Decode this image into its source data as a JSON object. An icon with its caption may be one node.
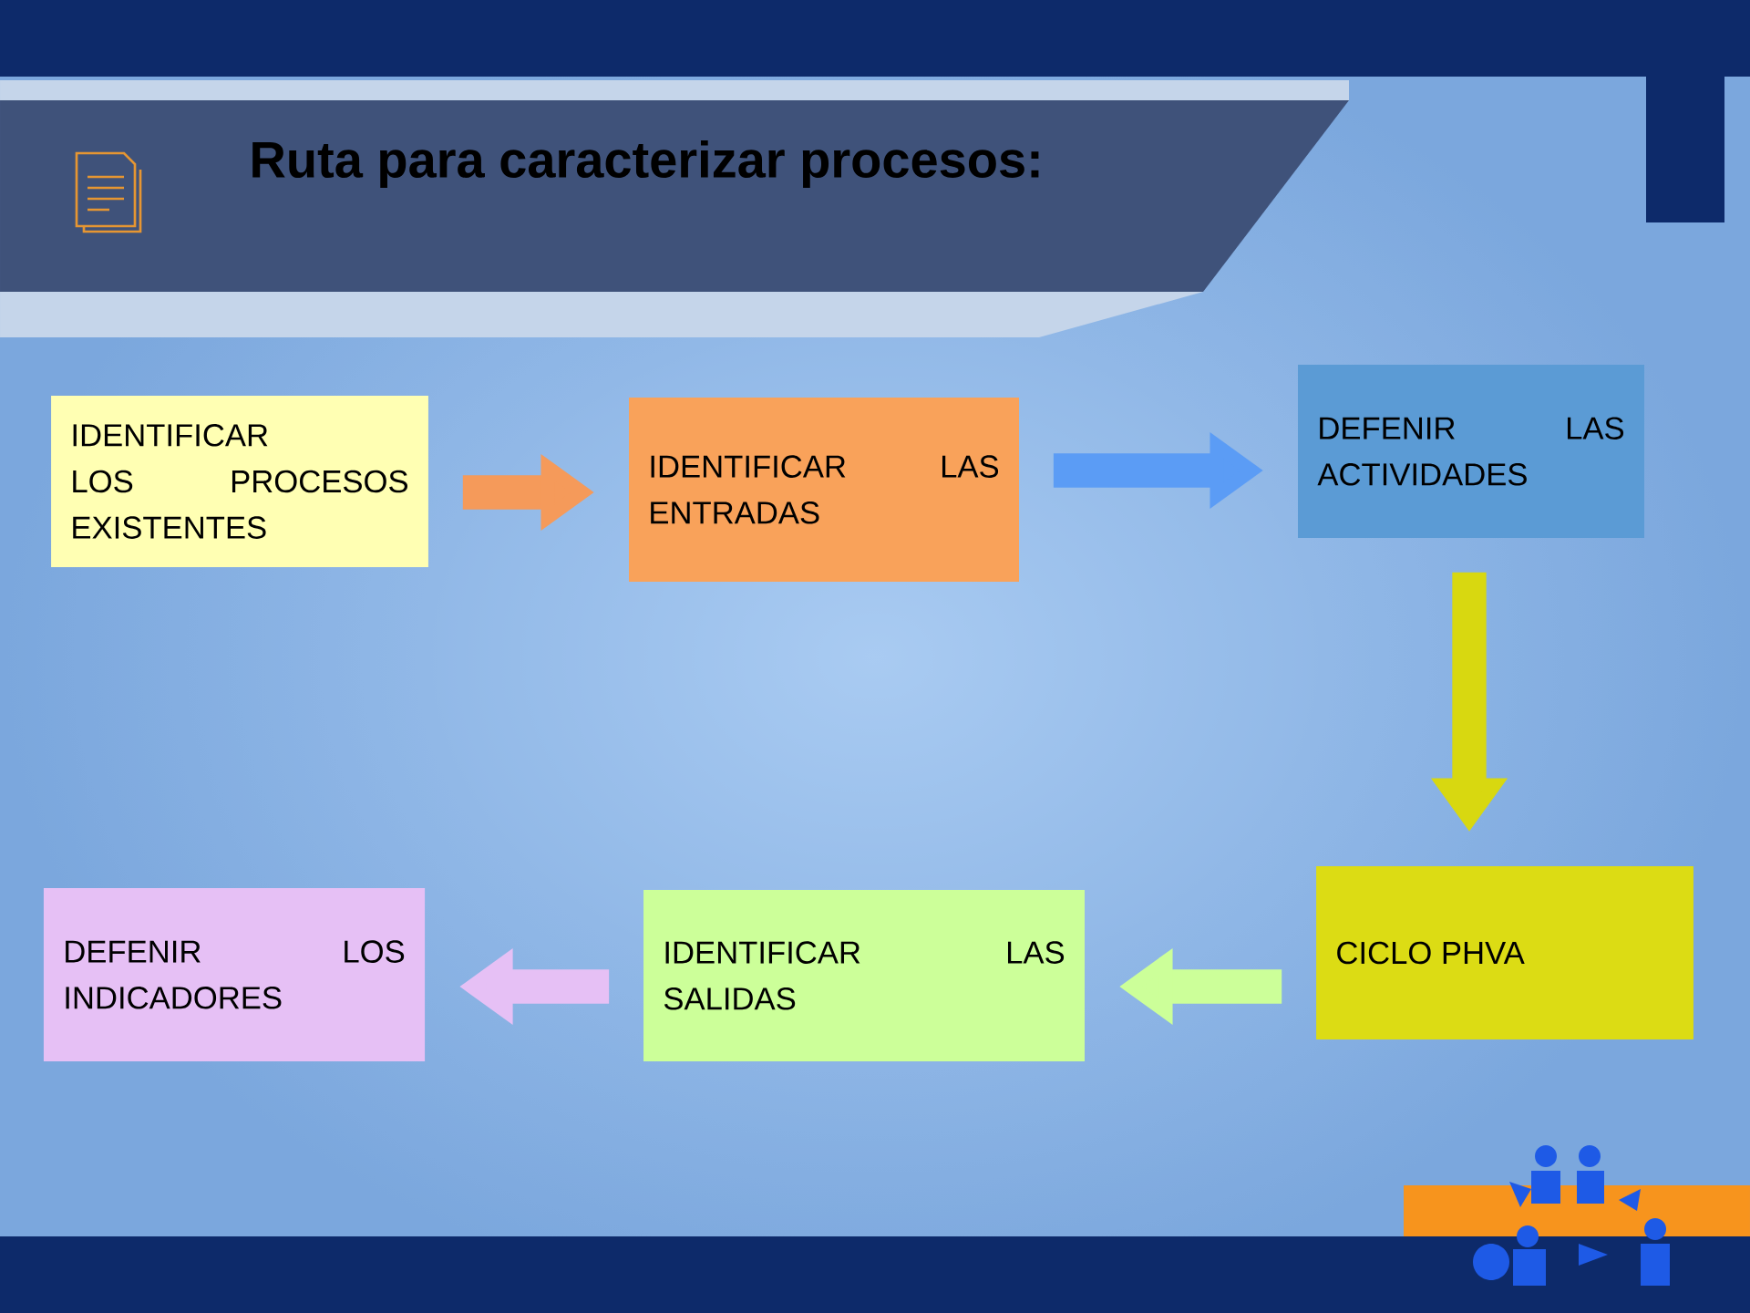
{
  "diagram": {
    "title": "Ruta para caracterizar procesos:",
    "nodes": [
      {
        "text": [
          "IDENTIFICAR LOS PROCESOS EXISTENTES"
        ]
      },
      {
        "text": [
          "IDENTIFICAR LAS ENTRADAS"
        ]
      },
      {
        "text": [
          "DEFENIR LAS ACTIVIDADES"
        ]
      },
      {
        "text": [
          "CICLO PHVA"
        ]
      },
      {
        "text": [
          "IDENTIFICAR LAS SALIDAS"
        ]
      },
      {
        "text": [
          "DEFENIR LOS INDICADORES"
        ]
      }
    ],
    "edges": [
      {
        "from": 0,
        "to": 1,
        "arrow": "to",
        "color": "#f59a5a"
      },
      {
        "from": 1,
        "to": 2,
        "arrow": "to",
        "color": "#5b9cf5"
      },
      {
        "from": 2,
        "to": 3,
        "arrow": "to",
        "color": "#d8d810"
      },
      {
        "from": 3,
        "to": 4,
        "arrow": "to",
        "color": "#ccff99"
      },
      {
        "from": 4,
        "to": 5,
        "arrow": "to",
        "color": "#e6c0f5"
      }
    ]
  }
}
